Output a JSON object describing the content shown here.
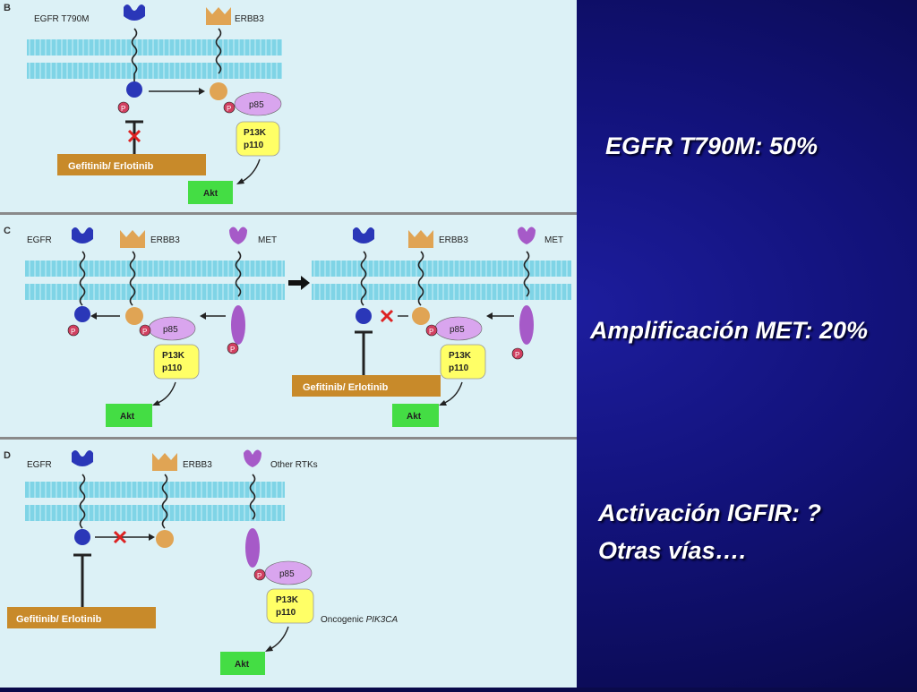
{
  "colors": {
    "background": "#12127a",
    "figure_bg": "#dcf1f6",
    "membrane": "#7fd4e6",
    "egfr": "#2a37b8",
    "erbb3": "#e0a454",
    "met": "#a65ac8",
    "p85": "#d9a5ee",
    "pi3k": "#ffff66",
    "akt": "#44dd44",
    "drug": "#c88a2a",
    "phospho": "#d04060",
    "inhibit": "#dd2222",
    "stat_text": "#ffffff"
  },
  "figure": {
    "panel_b": {
      "letter": "B",
      "receptor_1": "EGFR T790M",
      "receptor_2": "ERBB3",
      "p85": "p85",
      "pi3k_line1": "P13K",
      "pi3k_line2": "p110",
      "drug": "Gefitinib/ Erlotinib",
      "akt": "Akt",
      "phospho": "P"
    },
    "panel_c": {
      "letter": "C",
      "receptor_1": "EGFR",
      "receptor_2": "ERBB3",
      "receptor_3": "MET",
      "p85": "p85",
      "pi3k_line1": "P13K",
      "pi3k_line2": "p110",
      "drug": "Gefitinib/ Erlotinib",
      "akt": "Akt",
      "phospho": "P"
    },
    "panel_d": {
      "letter": "D",
      "receptor_1": "EGFR",
      "receptor_2": "ERBB3",
      "receptor_3": "Other RTKs",
      "p85": "p85",
      "pi3k_line1": "P13K",
      "pi3k_line2": "p110",
      "drug": "Gefitinib/ Erlotinib",
      "akt": "Akt",
      "phospho": "P",
      "oncogenic_prefix": "Oncogenic",
      "oncogenic_gene": "PIK3CA"
    }
  },
  "stats": {
    "t790m": "EGFR T790M:  50%",
    "met": "Amplificación MET:  20%",
    "igfir": "Activación IGFIR:  ?",
    "otras": "Otras vías…."
  }
}
